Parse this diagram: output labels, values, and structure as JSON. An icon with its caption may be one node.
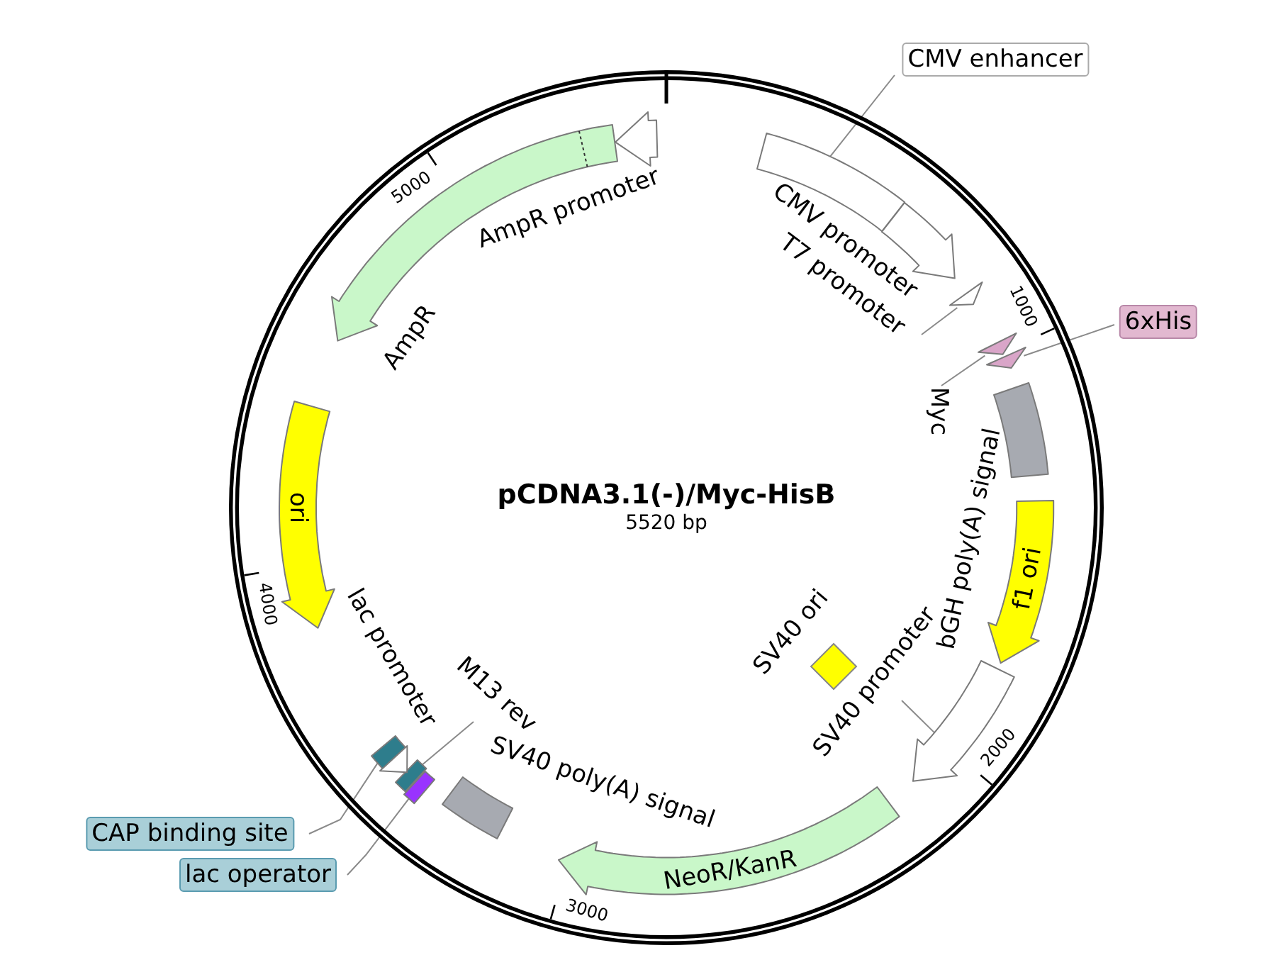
{
  "diagram": {
    "nodes": [
      {
        "text": [
          "pCDNA3.1(-)/Myc-HisB",
          "5520 bp"
        ]
      },
      {
        "text": [
          "CMV enhancer"
        ]
      },
      {
        "text": [],
        "shape": "bar",
        "in": 0
      },
      {
        "text": [],
        "shape": "arrow",
        "beside": [
          "CMV promoter"
        ],
        "in": 0
      },
      {
        "text": [
          "T7 promoter"
        ],
        "in": 0
      },
      {
        "text": [],
        "shape": "arrow",
        "in": 0
      },
      {
        "text": [
          "Myc"
        ],
        "in": 0
      },
      {
        "text": [],
        "shape": "arrow",
        "in": 0
      },
      {
        "text": [
          "6xHis"
        ]
      },
      {
        "text": [],
        "shape": "arrow",
        "in": 0
      },
      {
        "text": [],
        "shape": "box",
        "beside": [
          "bGH poly(A) signal"
        ],
        "in": 0
      },
      {
        "text": [
          "f1 ori"
        ],
        "in": 0
      },
      {
        "text": [
          "SV40 promoter"
        ],
        "in": 0
      },
      {
        "text": [],
        "shape": "arrow",
        "in": 0
      },
      {
        "text": [],
        "shape": "diamond",
        "beside": [
          "SV40 ori"
        ],
        "in": 0
      },
      {
        "text": [
          "NeoR/KanR"
        ],
        "in": 0
      },
      {
        "text": [],
        "shape": "box",
        "beside": [
          "SV40 poly(A) signal"
        ],
        "in": 0
      },
      {
        "text": [
          "M13 rev"
        ],
        "in": 0
      },
      {
        "text": [],
        "shape": "bar",
        "in": 0
      },
      {
        "text": [],
        "shape": "bar",
        "in": 0
      },
      {
        "text": [
          "lac operator"
        ]
      },
      {
        "text": [],
        "shape": "bar",
        "in": 0
      },
      {
        "text": [
          "CAP binding site"
        ]
      },
      {
        "text": [],
        "shape": "arrow",
        "beside": [
          "lac promoter"
        ],
        "in": 0
      },
      {
        "text": [
          "ori"
        ],
        "in": 0
      },
      {
        "text": [],
        "shape": "arrow",
        "beside": [
          "AmpR"
        ],
        "in": 0
      },
      {
        "text": [],
        "shape": "arrow",
        "beside": [
          "AmpR promoter"
        ],
        "in": 0
      }
    ],
    "edges": [
      {
        "from": 1,
        "to": 2,
        "arrow": "none"
      },
      {
        "from": 4,
        "to": 5,
        "arrow": "none"
      },
      {
        "from": 6,
        "to": 7,
        "arrow": "none"
      },
      {
        "from": 8,
        "to": 9,
        "arrow": "none"
      },
      {
        "from": 12,
        "to": 13,
        "arrow": "none"
      },
      {
        "from": 17,
        "to": 18,
        "arrow": "none"
      },
      {
        "from": 20,
        "to": 19,
        "arrow": "none"
      },
      {
        "from": 22,
        "to": 21,
        "arrow": "none"
      }
    ],
    "labels": [
      "1000",
      "2000",
      "3000",
      "4000",
      "5000"
    ]
  }
}
